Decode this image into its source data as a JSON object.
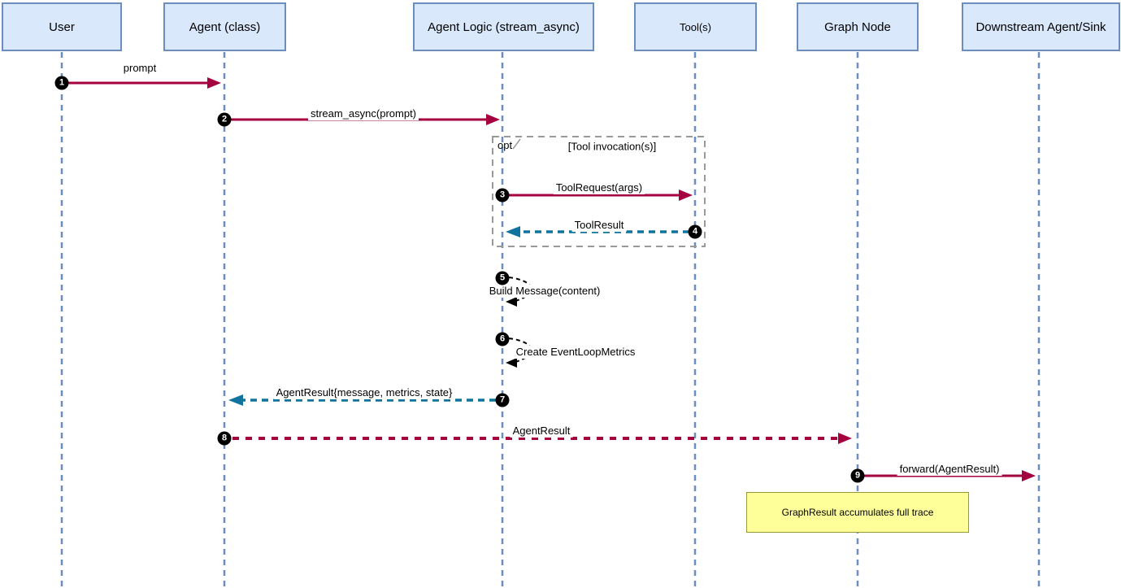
{
  "diagram": {
    "type": "sequence-diagram",
    "actors": [
      {
        "label": "User"
      },
      {
        "label": "Agent (class)"
      },
      {
        "label": "Agent Logic (stream_async)"
      },
      {
        "label": "Tool(s)"
      },
      {
        "label": "Graph Node"
      },
      {
        "label": "Downstream Agent/Sink"
      }
    ],
    "messages": [
      {
        "num": "1",
        "label": "prompt",
        "from": "User",
        "to": "Agent (class)",
        "style": "solid"
      },
      {
        "num": "2",
        "label": "stream_async(prompt)",
        "from": "Agent (class)",
        "to": "Agent Logic (stream_async)",
        "style": "solid"
      },
      {
        "num": "3",
        "label": "ToolRequest(args)",
        "from": "Agent Logic (stream_async)",
        "to": "Tool(s)",
        "style": "solid"
      },
      {
        "num": "4",
        "label": "ToolResult",
        "from": "Tool(s)",
        "to": "Agent Logic (stream_async)",
        "style": "dashed-return"
      },
      {
        "num": "5",
        "label": "Build Message(content)",
        "from": "Agent Logic (stream_async)",
        "to": "Agent Logic (stream_async)",
        "style": "self"
      },
      {
        "num": "6",
        "label": "Create EventLoopMetrics",
        "from": "Agent Logic (stream_async)",
        "to": "Agent Logic (stream_async)",
        "style": "self"
      },
      {
        "num": "7",
        "label": "AgentResult{message, metrics, state}",
        "from": "Agent Logic (stream_async)",
        "to": "Agent (class)",
        "style": "dashed-return"
      },
      {
        "num": "8",
        "label": "AgentResult",
        "from": "Agent (class)",
        "to": "Graph Node",
        "style": "dashed"
      },
      {
        "num": "9",
        "label": "forward(AgentResult)",
        "from": "Graph Node",
        "to": "Downstream Agent/Sink",
        "style": "solid"
      }
    ],
    "fragment": {
      "operator": "opt",
      "guard": "[Tool invocation(s)]"
    },
    "note": {
      "text": "GraphResult accumulates full trace"
    },
    "colors": {
      "actor_fill": "#dae8fc",
      "actor_border": "#6c8ebf",
      "lifeline": "#6c8ebf",
      "solid_arrow": "#a50040",
      "return_arrow": "#10739e",
      "self_arrow": "#000000",
      "fragment_border": "#999999",
      "note_fill": "#ffff99",
      "note_border": "#999933"
    }
  }
}
